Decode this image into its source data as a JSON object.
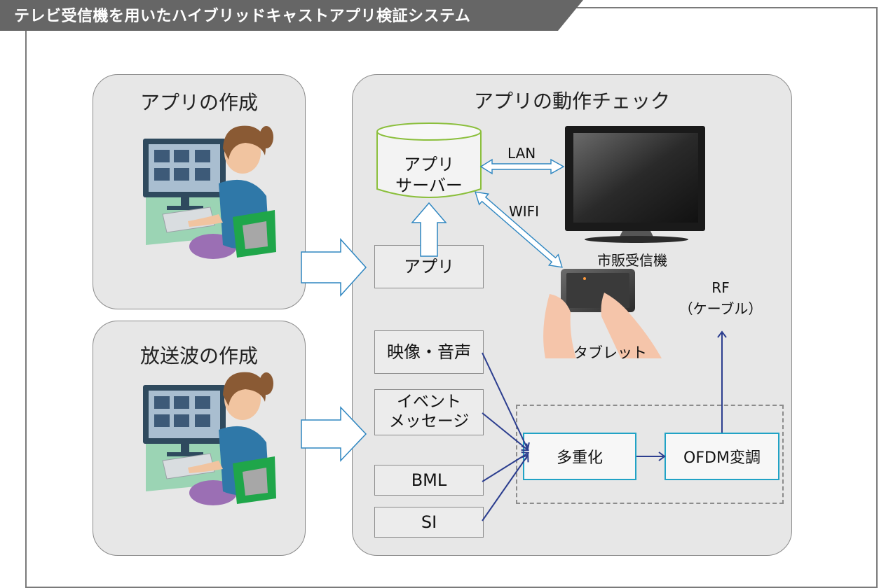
{
  "header": {
    "title": "テレビ受信機を用いたハイブリッドキャストアプリ検証システム"
  },
  "panels": {
    "create_app": "アプリの作成",
    "create_broadcast": "放送波の作成",
    "check_app": "アプリの動作チェック"
  },
  "nodes": {
    "app_server": "アプリ\nサーバー",
    "app": "アプリ",
    "video_audio": "映像・音声",
    "event_message": "イベント\nメッセージ",
    "bml": "BML",
    "si": "SI",
    "multiplex": "多重化",
    "ofdm": "OFDM変調"
  },
  "labels": {
    "lan": "LAN",
    "wifi": "WIFI",
    "tv": "市販受信機",
    "tablet": "タブレット",
    "rf": "RF\n（ケーブル）"
  },
  "colors": {
    "title_bar": "#666666",
    "panel_bg": "#e7e7e7",
    "server_outline": "#8bbf3c",
    "hollow_arrow": "#2e86c1",
    "signal_arrow": "#2c3e8f",
    "process_box": "#21a3c6"
  }
}
